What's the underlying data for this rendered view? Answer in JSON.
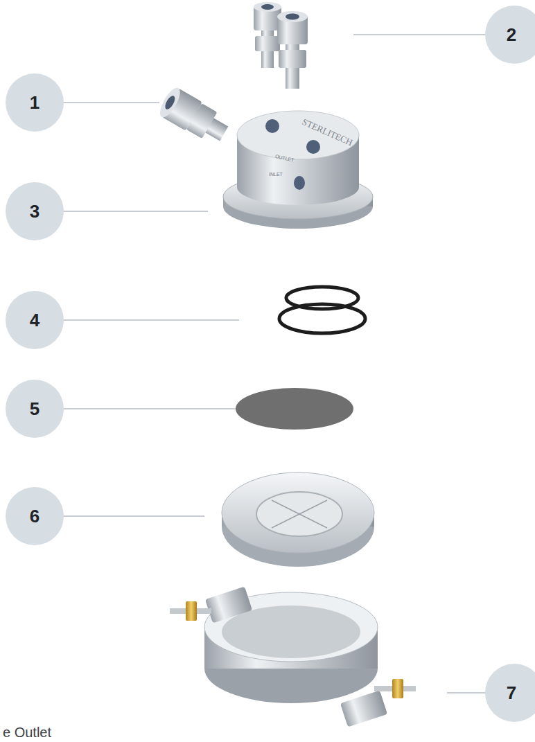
{
  "diagram": {
    "nodes": [
      {
        "text": [
          "2"
        ]
      },
      {
        "text": [
          "1"
        ]
      },
      {
        "text": [
          "3"
        ]
      },
      {
        "text": [
          "4"
        ]
      },
      {
        "text": [
          "5"
        ]
      },
      {
        "text": [
          "6"
        ]
      },
      {
        "text": [
          "7"
        ]
      }
    ],
    "labels": [
      "STERLITECH",
      "OUTLET",
      "INLET",
      "e Outlet"
    ]
  }
}
